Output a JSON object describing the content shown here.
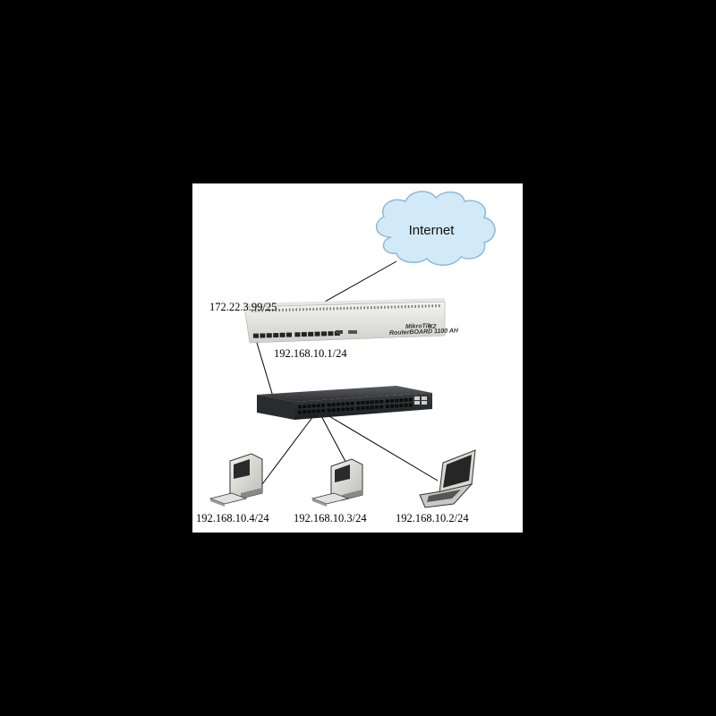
{
  "cloud": {
    "label": "Internet"
  },
  "router": {
    "wan_ip": "172.22.3.99/25",
    "lan_ip": "192.168.10.1/24",
    "brand_line": "RouterBOARD 1100 AH",
    "brand_small": "MikroTik",
    "model_tag": "X2"
  },
  "hosts": [
    {
      "ip": "192.168.10.4/24"
    },
    {
      "ip": "192.168.10.3/24"
    },
    {
      "ip": "192.168.10.2/24"
    }
  ]
}
